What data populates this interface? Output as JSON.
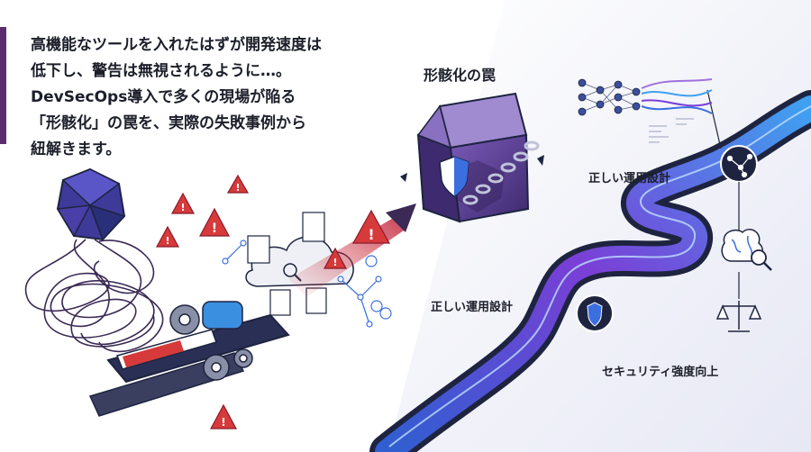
{
  "headline": {
    "lines": [
      "高機能なツールを入れたはずが開発速度は",
      "低下し、警告は無視されるように…。",
      "DevSecOps導入で多くの現場が陥る",
      "「形骸化」の罠を、実際の失敗事例から",
      "紐解きます。"
    ]
  },
  "labels": {
    "trap": "形骸化の罠",
    "design_top": "正しい運用設計",
    "design_mid": "正しい運用設計",
    "strength": "セキュリティ強度向上"
  },
  "icons": {
    "headline_left": "polyhedron-logo-icon",
    "pipeline_left": "tangled-wires-icon",
    "warnings": "warning-triangle-icon",
    "trap_box": "chained-cube-icon",
    "shield": "shield-icon",
    "neural": "neural-network-icon",
    "brain": "brain-search-icon",
    "scale": "balance-scale-icon",
    "network_node": "network-node-icon"
  },
  "colors": {
    "accent": "#5b2d6e",
    "text": "#1c1f2a",
    "warning_red": "#d63a3a",
    "pipe_dark": "#1e2440",
    "flow_blue": "#3b6fe0",
    "flow_violet": "#7a3fd6",
    "cube_purple": "#6a4a9e"
  }
}
